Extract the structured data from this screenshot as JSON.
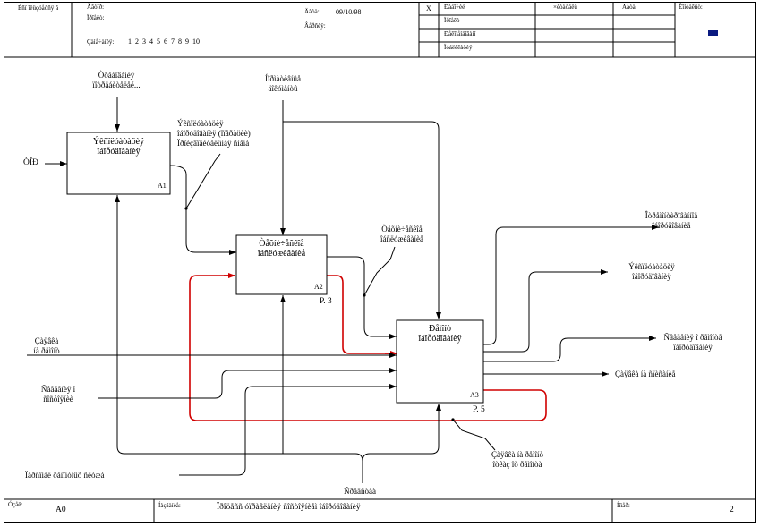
{
  "header": {
    "used_at": "Èñï îëüçóåòñÿ â",
    "author_label": "Àâòîð:",
    "project_label": "Ïðîåêò:",
    "date_label": "Äàòà:",
    "date_value": "09/10/98",
    "rev_label": "Âåðñèÿ:",
    "notes_label": "Çàìå÷àíèÿ:",
    "notes_numbers": "1  2  3  4  5  6  7  8  9  10",
    "status_mark": "X",
    "status_working": "Ðàáî÷èé",
    "status_draft": "Ïðîåêò",
    "status_recommended": "Ðåêîìåíäîâàíî",
    "status_publication": "Ïóáëèêàöèÿ",
    "reader_label": "×èòàòåëü",
    "reader_date_label": "Äàòà",
    "context_label": "Êîíòåêñò:"
  },
  "boxes": {
    "a1": {
      "line1": "Ýêñïëóàòàöèÿ",
      "line2": "îáîðóäîâàíèÿ",
      "num": "A1"
    },
    "a2": {
      "line1": "Òåõíè÷åñêîå",
      "line2": "îáñëóæèâàíèå",
      "num": "A2",
      "ref": "P. 3"
    },
    "a3": {
      "line1": "Ðåìîíò",
      "line2": "îáîðóäîâàíèÿ",
      "num": "A3",
      "ref": "P. 5"
    }
  },
  "labels": {
    "ctrl_a1_1": "Òðåáîâàíèÿ",
    "ctrl_a1_2": "ïîòðåáèòåëåé...",
    "ctrl_top_1": "Íîðìàòèâíûå",
    "ctrl_top_2": "äîêóìåíòû",
    "input_a1": "ÒÎÐ",
    "out_a1_1": "Ýêñïëóàòàöèÿ",
    "out_a1_2": "îáîðóäîâàíèÿ (îïåðàöèè)",
    "out_a1_3": "Ïðîèçâîäèòåëüíàÿ ñìåíà",
    "out_a2_1": "Òåõíè÷åñêîå",
    "out_a2_2": "îáñëóæèâàíèå",
    "in_left1_1": "Çàÿâêà",
    "in_left1_2": "íà ðåìîíò",
    "in_left2_1": "Ñâåäåíèÿ î",
    "in_left2_2": "ñîñòîÿíèè",
    "mech_left": "Ïåðñîíàë ðåìîíòíûõ ñëóæá",
    "mech_bottom": "Ñðåäñòâà",
    "out_r1_1": "Îòðåìîíòèðîâàííîå",
    "out_r1_2": "îáîðóäîâàíèå",
    "out_r2_1": "Ýêñïëóàòàöèÿ",
    "out_r2_2": "îáîðóäîâàíèÿ",
    "out_r3_1": "Ñâåäåíèÿ î ðåìîíòå",
    "out_r3_2": "îáîðóäîâàíèÿ",
    "out_r4": "Çàÿâêà íà ñïèñàíèå",
    "bot_a3_1": "Çàÿâêà íà ðåìîíò",
    "bot_a3_2": "îòêàç îò ðåìîíòà"
  },
  "footer": {
    "node_label": "Óçåë:",
    "node_value": "A0",
    "title_label": "Íàçâàíèå:",
    "title_value": "Ïðîöåññ óïðàâëåíèÿ ñîñòîÿíèåì îáîðóäîâàíèÿ",
    "number_label": "Íîìåð:",
    "number_value": "2"
  },
  "colors": {
    "feedback": "#d00000",
    "context_marker": "#0a1a80"
  }
}
